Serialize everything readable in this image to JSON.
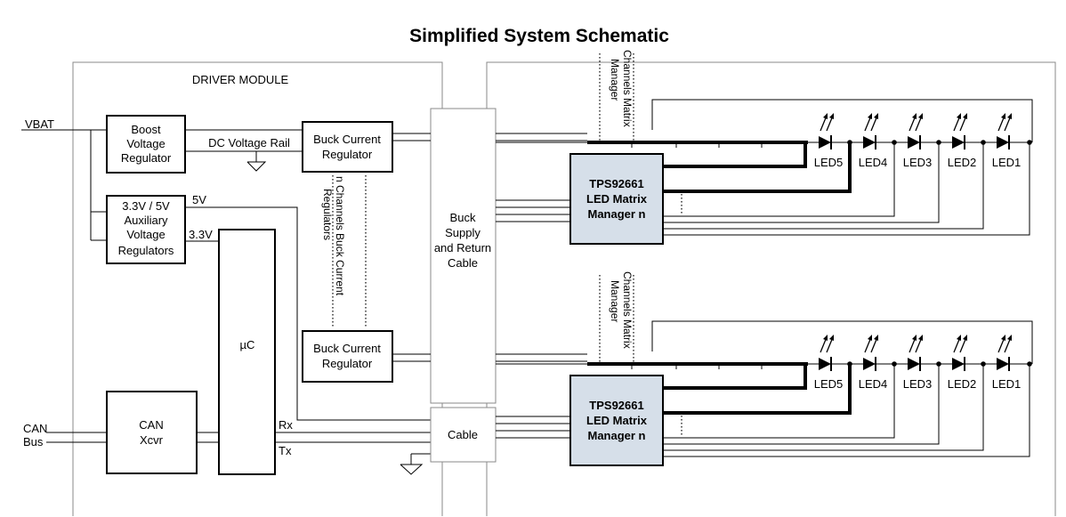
{
  "title": "Simplified System Schematic",
  "driver_module": "DRIVER MODULE",
  "inputs": {
    "vbat": "VBAT",
    "can": [
      "CAN",
      "Bus"
    ]
  },
  "blocks": {
    "boost": [
      "Boost",
      "Voltage",
      "Regulator"
    ],
    "dc_rail": "DC Voltage Rail",
    "buck_top": [
      "Buck Current",
      "Regulator"
    ],
    "buck_bottom": [
      "Buck Current",
      "Regulator"
    ],
    "aux": [
      "3.3V / 5V",
      "Auxiliary",
      "Voltage",
      "Regulators"
    ],
    "v5": "5V",
    "v33": "3.3V",
    "uc": "µC",
    "can_xcvr": [
      "CAN",
      "Xcvr"
    ],
    "rx": "Rx",
    "tx": "Tx",
    "n_channels_buck": [
      "n Channels Buck Current",
      "Regulators"
    ],
    "buck_cable": [
      "Buck",
      "Supply",
      "and Return",
      "Cable"
    ],
    "cable": "Cable"
  },
  "matrix_manager": {
    "vertical_label": [
      "Channels Matrix",
      "Manager"
    ],
    "ic_label": [
      "TPS92661",
      "LED Matrix",
      "Manager n"
    ],
    "leds": [
      "LED5",
      "LED4",
      "LED3",
      "LED2",
      "LED1"
    ]
  }
}
